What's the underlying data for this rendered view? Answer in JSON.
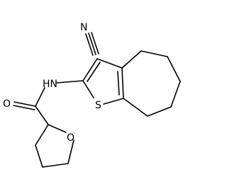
{
  "molecule": {
    "atom_labels": {
      "nitrile_N": "N",
      "amide_NH": "HN",
      "thiophene_S": "S",
      "carbonyl_O": "O",
      "ring_O": "O"
    }
  },
  "colors": {
    "bond": "#000000",
    "label": "#000000",
    "background": "#ffffff"
  }
}
